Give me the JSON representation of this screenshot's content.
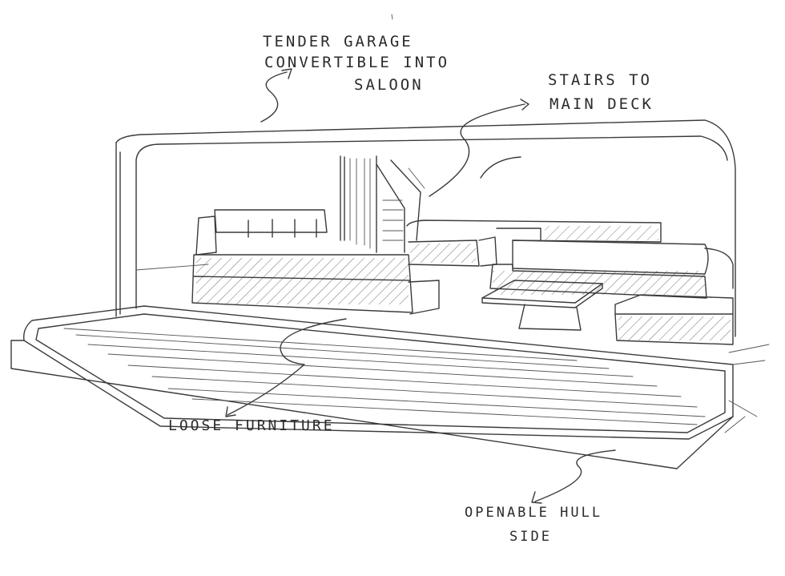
{
  "annotations": {
    "tender_garage": [
      "TENDER GARAGE",
      "CONVERTIBLE INTO",
      "SALOON"
    ],
    "stairs": [
      "STAIRS TO",
      "MAIN DECK"
    ],
    "loose_furniture": "LOOSE FURNITURE",
    "hull_side": [
      "OPENABLE HULL",
      "SIDE"
    ]
  },
  "style": {
    "ink_color": "#3a3a3a",
    "paper_color": "#ffffff"
  }
}
